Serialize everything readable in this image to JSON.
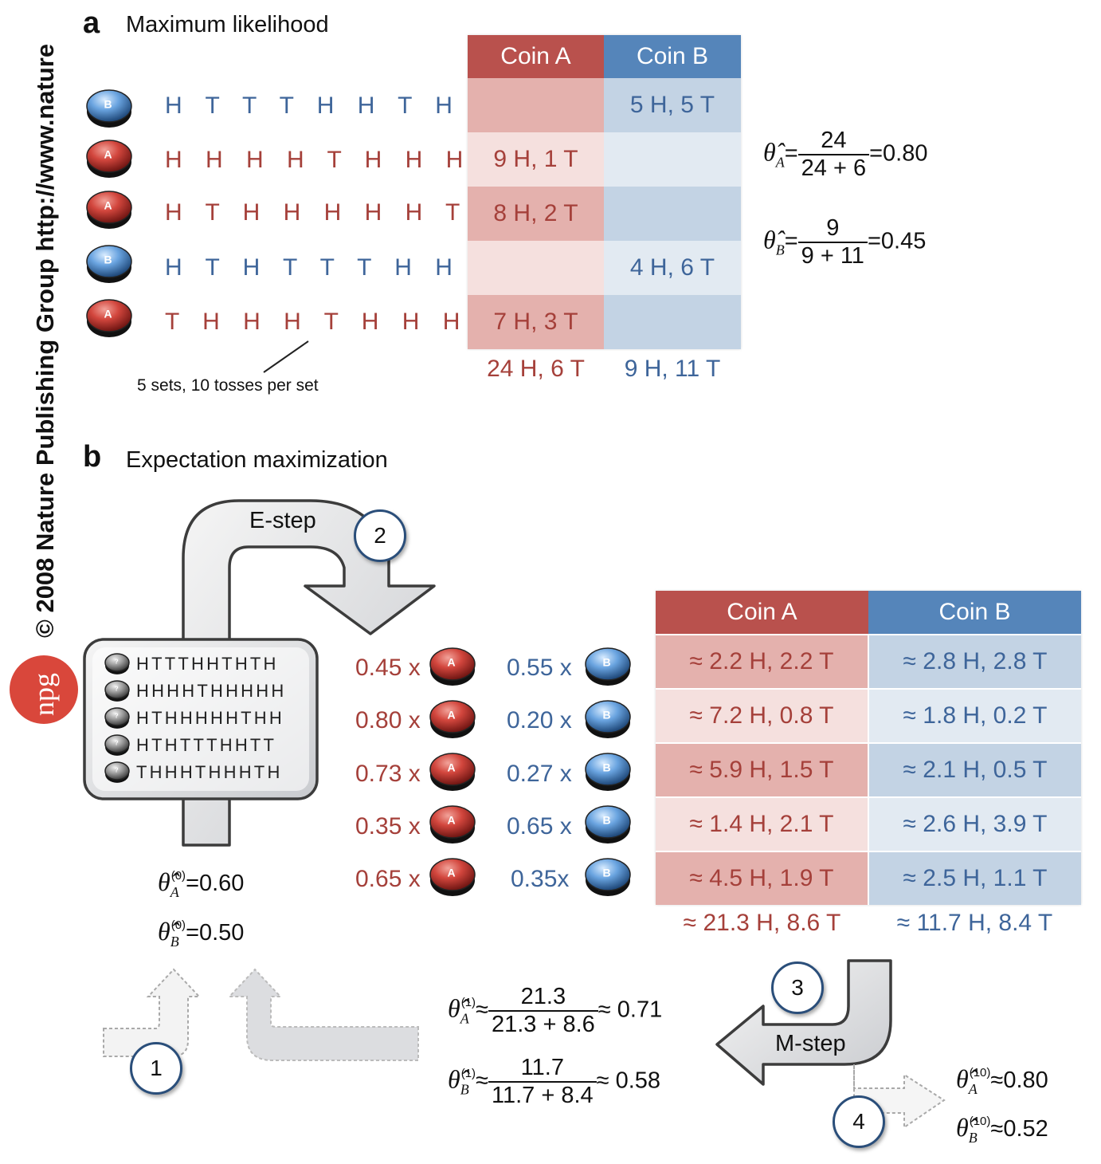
{
  "sidebar": {
    "copyright": "© 2008 Nature Publishing Group  http://www.nature",
    "logo": "npg"
  },
  "panel_a": {
    "letter": "a",
    "title": "Maximum likelihood",
    "rows": [
      {
        "coin": "B",
        "seq": "H T T T H H T H T H",
        "a": "",
        "b": "5 H, 5 T"
      },
      {
        "coin": "A",
        "seq": "H H H H T H H H H H",
        "a": "9 H, 1 T",
        "b": ""
      },
      {
        "coin": "A",
        "seq": "H T H H H H H T H H",
        "a": "8 H, 2 T",
        "b": ""
      },
      {
        "coin": "B",
        "seq": "H T H T T T H H T T",
        "a": "",
        "b": "4 H, 6 T"
      },
      {
        "coin": "A",
        "seq": "T H H H T H H H T H",
        "a": "7 H, 3 T",
        "b": ""
      }
    ],
    "header_a": "Coin A",
    "header_b": "Coin B",
    "total_a": "24 H, 6 T",
    "total_b": "9 H, 11 T",
    "note": "5 sets, 10 tosses per set",
    "formula_a": {
      "lhs": "θ̂",
      "sub": "A",
      "eq": "=",
      "num": "24",
      "den": "24 + 6",
      "res": "=0.80"
    },
    "formula_b": {
      "lhs": "θ̂",
      "sub": "B",
      "eq": "=",
      "num": "9",
      "den": "9 + 11",
      "res": "=0.45"
    }
  },
  "panel_b": {
    "letter": "b",
    "title": "Expectation maximization",
    "estep_label": "E-step",
    "mstep_label": "M-step",
    "steps": [
      "1",
      "2",
      "3",
      "4"
    ],
    "mini_rows": [
      "HTTTHHTHTH",
      "HHHHTHHHHH",
      "HTHHHHHTHH",
      "HTHTTTHHTT",
      "THHHTHHHTH"
    ],
    "coin_question": "?",
    "weights": [
      {
        "a": "0.45 x",
        "b": "0.55 x"
      },
      {
        "a": "0.80 x",
        "b": "0.20 x"
      },
      {
        "a": "0.73 x",
        "b": "0.27 x"
      },
      {
        "a": "0.35 x",
        "b": "0.65 x"
      },
      {
        "a": "0.65 x",
        "b": "0.35x"
      }
    ],
    "header_a": "Coin A",
    "header_b": "Coin B",
    "table": [
      {
        "a": "≈ 2.2 H, 2.2 T",
        "b": "≈ 2.8 H, 2.8 T"
      },
      {
        "a": "≈ 7.2 H, 0.8 T",
        "b": "≈ 1.8 H, 0.2 T"
      },
      {
        "a": "≈ 5.9 H, 1.5 T",
        "b": "≈ 2.1 H, 0.5 T"
      },
      {
        "a": "≈ 1.4 H, 2.1 T",
        "b": "≈ 2.6 H, 3.9 T"
      },
      {
        "a": "≈ 4.5 H, 1.9 T",
        "b": "≈ 2.5 H, 1.1 T"
      }
    ],
    "total_a": "≈ 21.3 H, 8.6 T",
    "total_b": "≈ 11.7 H, 8.4 T",
    "init_a": {
      "sub": "A",
      "sup": "(0)",
      "res": "=0.60"
    },
    "init_b": {
      "sub": "B",
      "sup": "(0)",
      "res": "=0.50"
    },
    "iter1_a": {
      "sub": "A",
      "sup": "(1)",
      "eq": "≈",
      "num": "21.3",
      "den": "21.3 + 8.6",
      "res": "≈ 0.71"
    },
    "iter1_b": {
      "sub": "B",
      "sup": "(1)",
      "eq": "≈",
      "num": "11.7",
      "den": "11.7 + 8.4",
      "res": "≈ 0.58"
    },
    "final_a": {
      "sub": "A",
      "sup": "(10)",
      "res": "≈0.80"
    },
    "final_b": {
      "sub": "B",
      "sup": "(10)",
      "res": "≈0.52"
    }
  },
  "colors": {
    "coin_a": "#c0524c",
    "coin_b": "#5a8cc4",
    "red_text": "#a5403a",
    "blue_text": "#3e659a"
  }
}
